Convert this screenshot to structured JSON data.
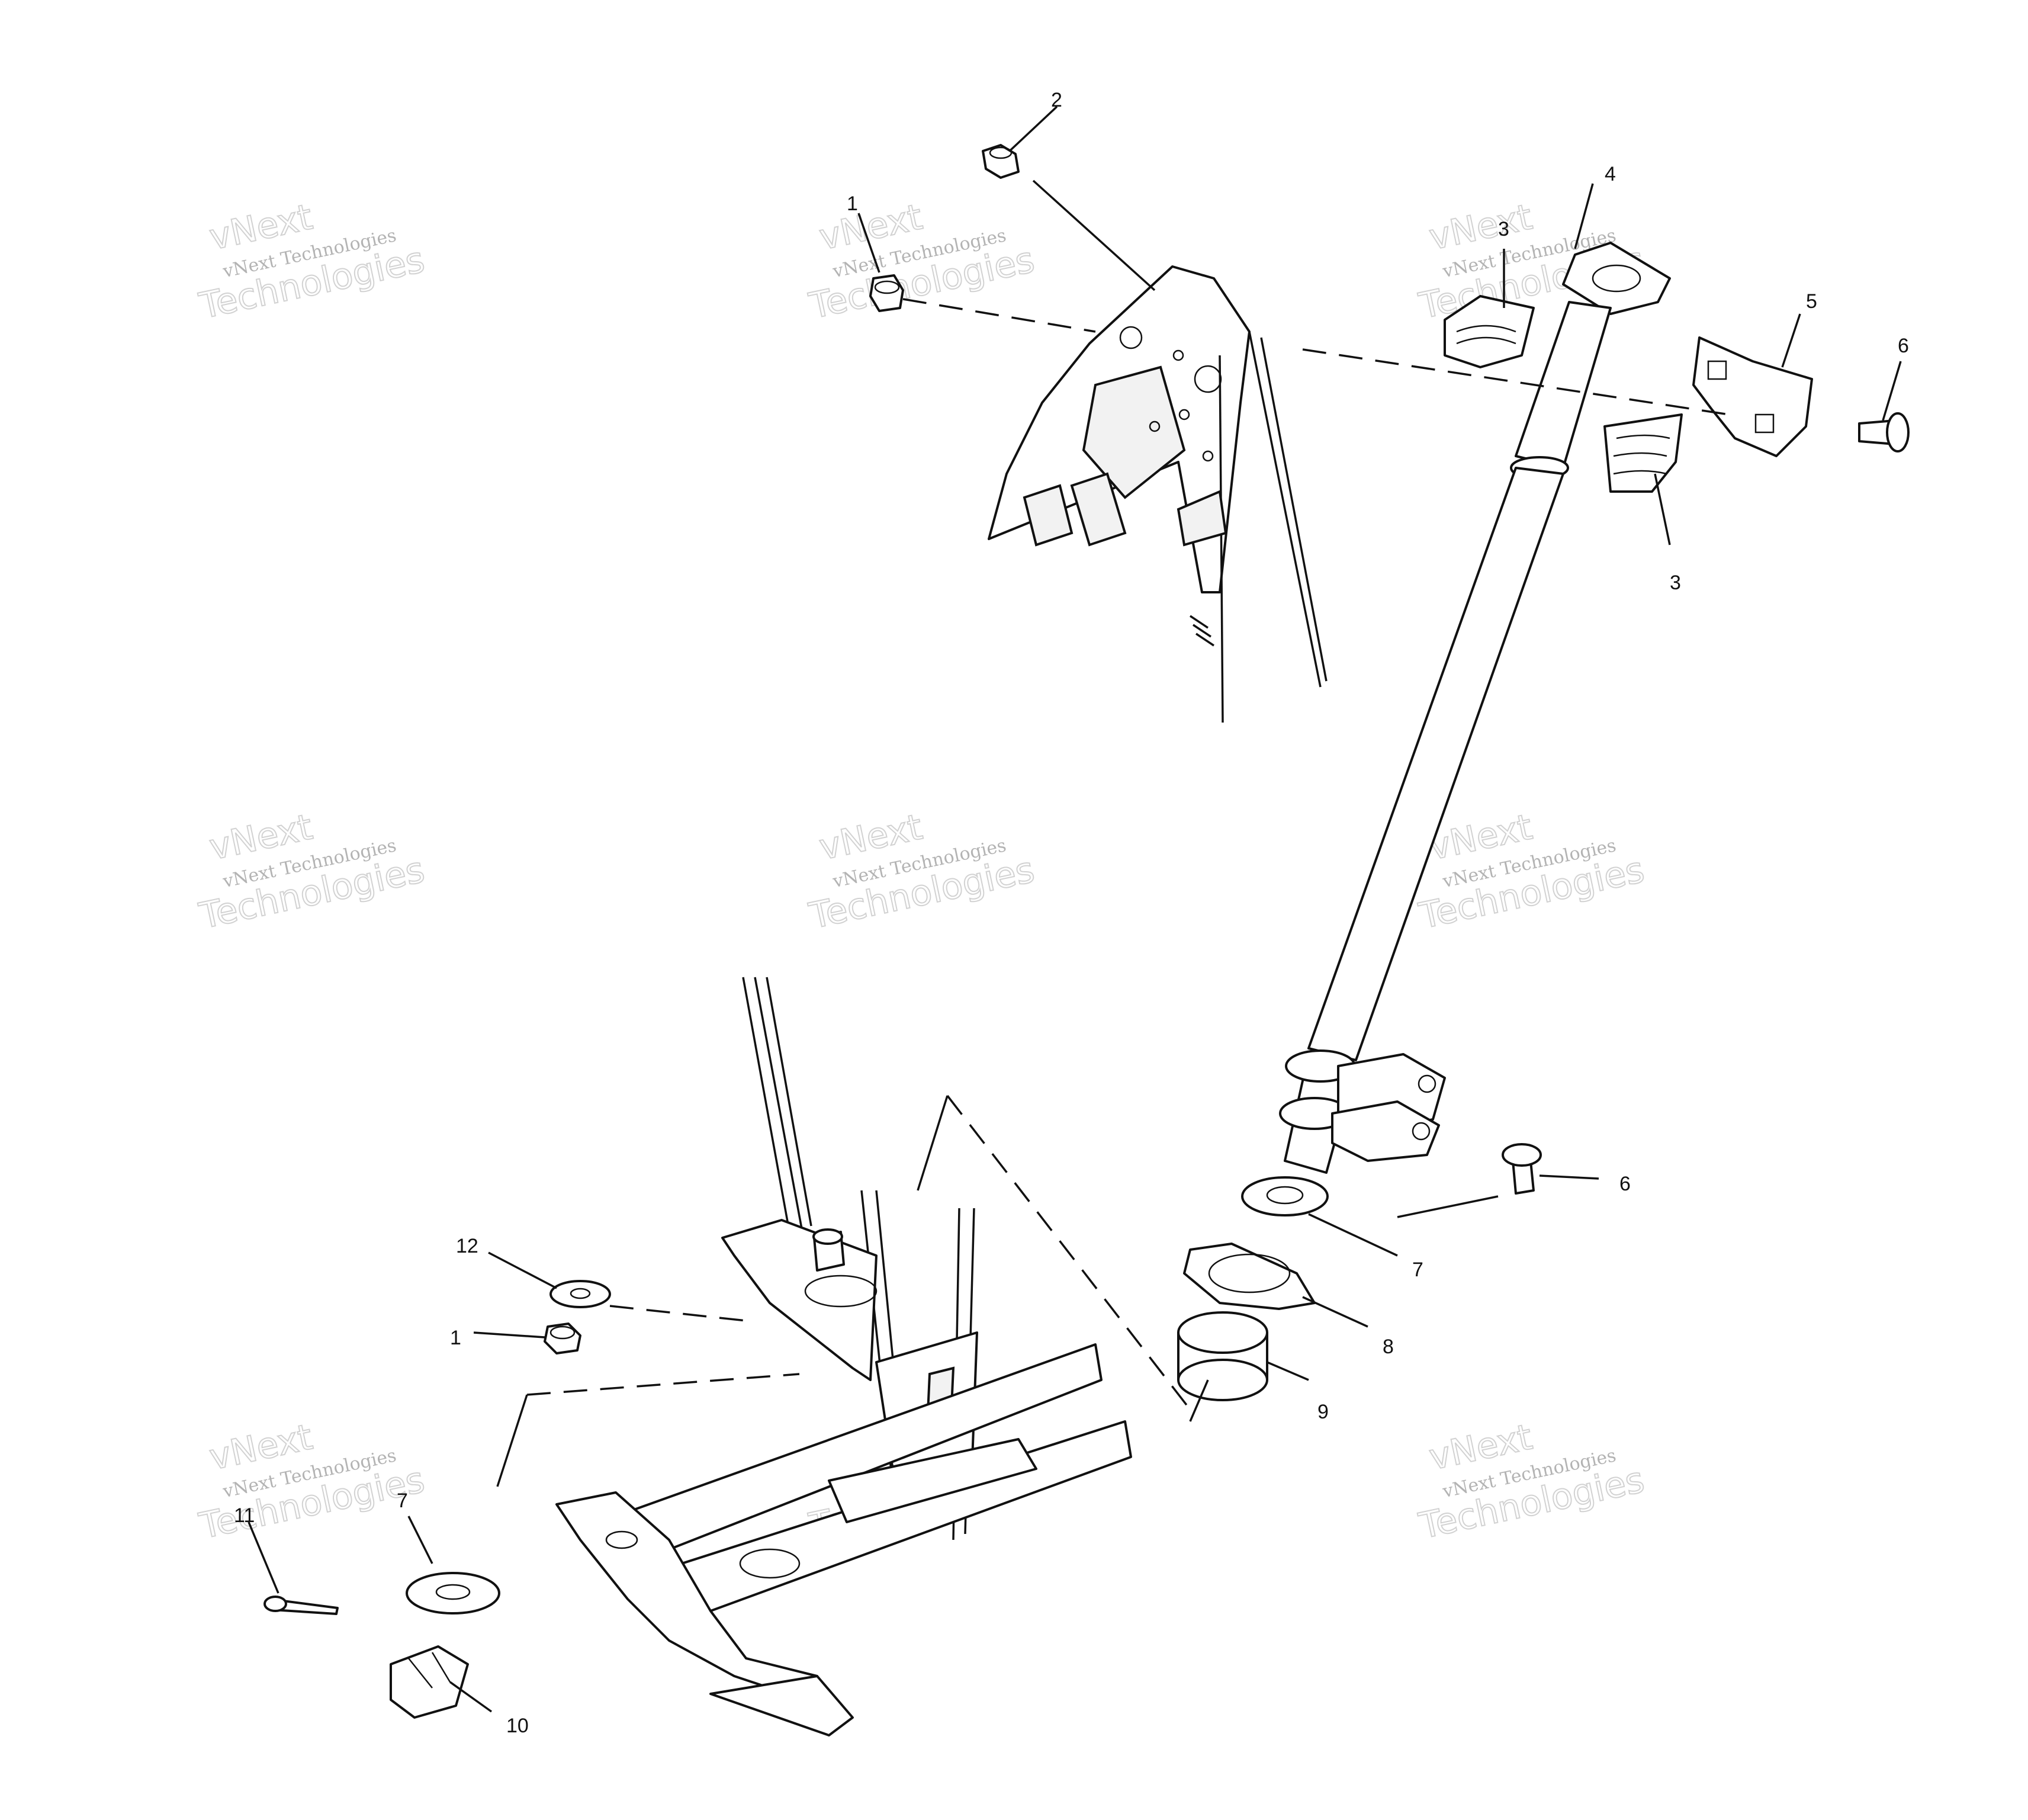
{
  "diagram": {
    "callouts": [
      "1",
      "2",
      "3",
      "4",
      "3",
      "5",
      "6",
      "6",
      "7",
      "8",
      "9",
      "12",
      "1",
      "11",
      "7",
      "10"
    ],
    "watermark": {
      "line1": "vNext",
      "line2": "vNext Technologies",
      "line3": "Technologies"
    }
  }
}
